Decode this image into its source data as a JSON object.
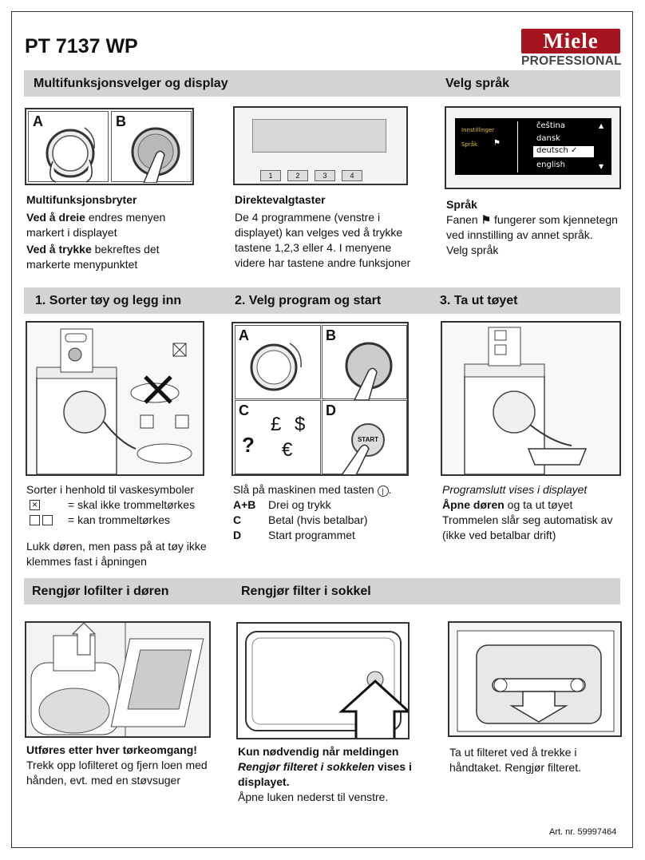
{
  "header": {
    "title": "PT 7137 WP",
    "logo_brand": "Miele",
    "logo_sub": "PROFESSIONAL"
  },
  "section1": {
    "band_left": "Multifunksjonsvelger og display",
    "band_right": "Velg språk",
    "col1": {
      "letter_a": "A",
      "letter_b": "B",
      "heading": "Multifunksjonsbryter",
      "l1_bold": "Ved å dreie",
      "l1_rest": " endres menyen markert i displayet",
      "l2_bold": "Ved å trykke",
      "l2_rest": " bekreftes det markerte menypunktet"
    },
    "col2": {
      "keys": [
        "1",
        "2",
        "3",
        "4"
      ],
      "heading": "Direktevalgtaster",
      "body": "De 4 programmene (venstre i displayet) kan velges ved å trykke tastene 1,2,3 eller 4. I menyene videre har tastene andre funksjoner"
    },
    "col3": {
      "menu_left": [
        "Innstillinger",
        "Språk"
      ],
      "menu_right": [
        "čeština",
        "dansk",
        "deutsch",
        "english"
      ],
      "check": "✓",
      "heading": "Språk",
      "l1a": "Fanen ",
      "l1b": " fungerer som kjennetegn ved innstilling av annet språk.",
      "l2": "Velg språk"
    }
  },
  "section2": {
    "band": [
      "1. Sorter tøy og legg inn",
      "2. Velg program og start",
      "3. Ta ut tøyet"
    ],
    "col1": {
      "intro": "Sorter i henhold til vaskesymboler",
      "sym1": "= skal ikke trommeltørkes",
      "sym2": "= kan trommeltørkes",
      "note": "Lukk døren, men pass på at tøy ikke klemmes fast i åpningen"
    },
    "col2": {
      "letters": [
        "A",
        "B",
        "C",
        "D"
      ],
      "pound": "£",
      "dollar": "$",
      "question": "?",
      "euro": "€",
      "start": "START",
      "intro": "Slå på maskinen med tasten ",
      "r1k": "A+B",
      "r1v": "Drei og trykk",
      "r2k": "C",
      "r2v": "Betal (hvis betalbar)",
      "r3k": "D",
      "r3v": "Start programmet"
    },
    "col3": {
      "l1": "Programslutt vises i displayet",
      "l2b": "Åpne døren",
      "l2r": " og ta ut tøyet",
      "l3": "Trommelen slår seg automatisk av (ikke ved betalbar drift)"
    }
  },
  "section3": {
    "band_left": "Rengjør lofilter i døren",
    "band_right": "Rengjør filter i sokkel",
    "col1": {
      "bold": "Utføres etter hver tørkeomgang!",
      "body": "Trekk opp lofilteret og fjern loen med hånden, evt. med en støvsuger"
    },
    "col2": {
      "b1": "Kun nødvendig når meldingen ",
      "bi": "Rengjør filteret i sokkelen",
      "b2": " vises i displayet.",
      "body": "Åpne luken nederst til venstre."
    },
    "col3": {
      "body": "Ta ut filteret ved å trekke i håndtaket. Rengjør filteret."
    }
  },
  "footer": {
    "art": "Art. nr. 59997464"
  }
}
